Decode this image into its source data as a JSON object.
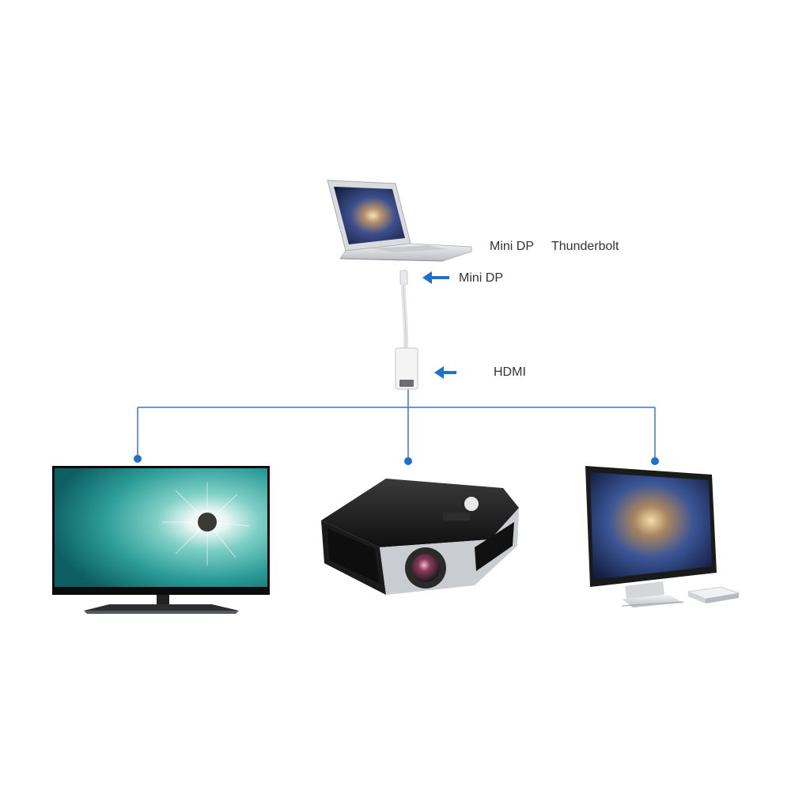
{
  "labels": {
    "laptop_ports": [
      "Mini DP",
      "Thunderbolt"
    ],
    "adapter_input": "Mini DP",
    "adapter_output": "HDMI"
  },
  "colors": {
    "connector_line": "#3a78c2",
    "arrow": "#1f6fd1",
    "node_dot": "#1f6fd1",
    "text": "#333333"
  },
  "icons": [
    "laptop-icon",
    "adapter-cable-icon",
    "tv-icon",
    "projector-icon",
    "monitor-icon",
    "mini-pc-icon"
  ]
}
